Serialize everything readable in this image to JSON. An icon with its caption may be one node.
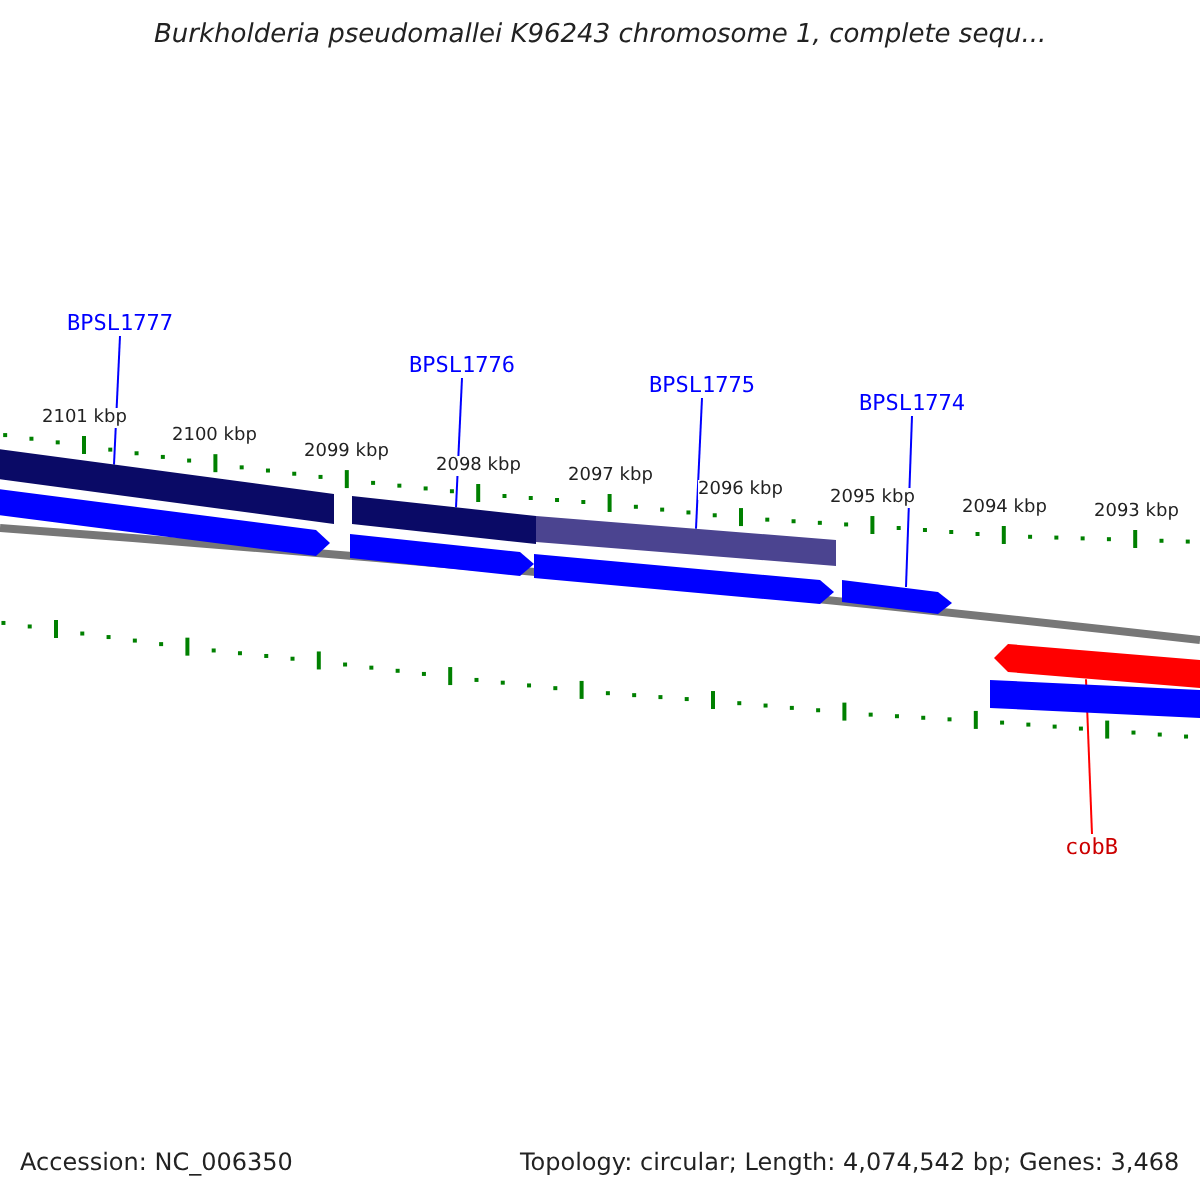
{
  "diagram": {
    "title": "Burkholderia pseudomallei K96243 chromosome 1, complete sequ...",
    "nodes": [
      {
        "text": [
          "BPSL1777"
        ]
      },
      {
        "text": [
          "BPSL1776"
        ]
      },
      {
        "text": [
          "BPSL1775"
        ]
      },
      {
        "text": [
          "BPSL1774"
        ]
      },
      {
        "text": [],
        "shape": "bar"
      },
      {
        "text": [],
        "shape": "bar"
      },
      {
        "text": [],
        "shape": "bar"
      },
      {
        "text": [],
        "shape": "arrow"
      },
      {
        "text": [],
        "shape": "arrow"
      },
      {
        "text": [],
        "shape": "arrow"
      },
      {
        "text": [],
        "shape": "arrow"
      },
      {
        "text": [],
        "shape": "arrow"
      },
      {
        "text": [],
        "shape": "bar"
      },
      {
        "text": [
          "cobB"
        ]
      }
    ],
    "edges": [
      {
        "from": 0,
        "to": 4,
        "arrow": "none"
      },
      {
        "from": 1,
        "to": 5,
        "arrow": "none"
      },
      {
        "from": 2,
        "to": 6,
        "arrow": "none"
      },
      {
        "from": 3,
        "to": 10,
        "arrow": "none"
      },
      {
        "from": 13,
        "to": 11,
        "arrow": "none",
        "color": "#ff0000"
      }
    ],
    "labels": [
      "2101 kbp",
      "2100 kbp",
      "2099 kbp",
      "2098 kbp",
      "2097 kbp",
      "2096 kbp",
      "2095 kbp",
      "2094 kbp",
      "2093 kbp",
      "Accession: NC_006350",
      "Topology: circular; Length: 4,074,542 bp; Genes: 3,468"
    ]
  }
}
